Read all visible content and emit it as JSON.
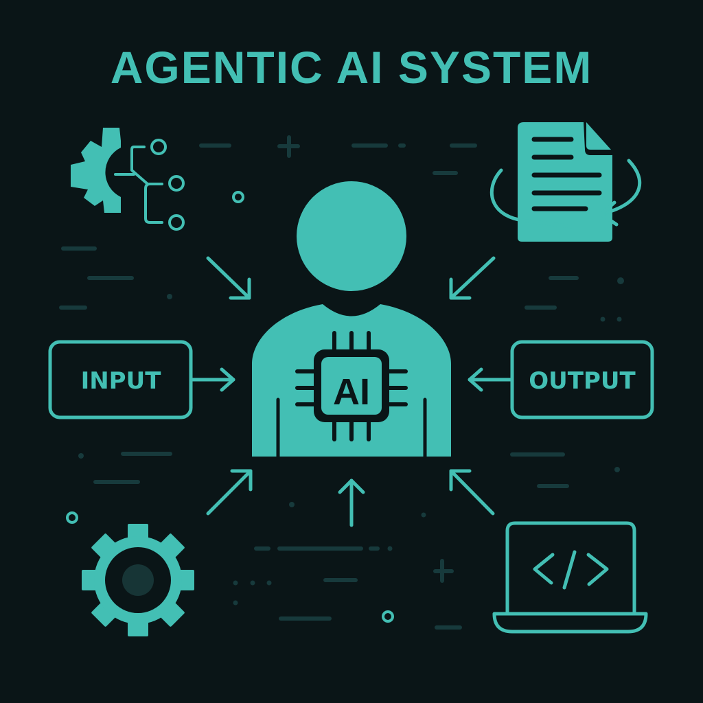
{
  "title": "AGENTIC AI SYSTEM",
  "colors": {
    "background": "#0a1517",
    "accent": "#43bfb4",
    "decor": "#173a3c",
    "gear_center": "#173536"
  },
  "center": {
    "figure": "person-with-ai-chip",
    "chip_label": "AI"
  },
  "nodes": [
    {
      "id": "input",
      "label": "INPUT",
      "arrow": "right-to-center"
    },
    {
      "id": "output",
      "label": "OUTPUT",
      "arrow": "left-to-center"
    },
    {
      "id": "planning",
      "icon": "gear-branch-icon",
      "arrow": "down-right-to-center"
    },
    {
      "id": "document",
      "icon": "document-cycle-icon",
      "arrow": "down-left-to-center"
    },
    {
      "id": "settings",
      "icon": "gear-icon",
      "arrow": "up-right-to-center"
    },
    {
      "id": "code",
      "icon": "laptop-code-icon",
      "code_glyph": "</>",
      "arrow": "up-left-to-center"
    },
    {
      "id": "bottom",
      "arrow": "up-to-center"
    }
  ]
}
